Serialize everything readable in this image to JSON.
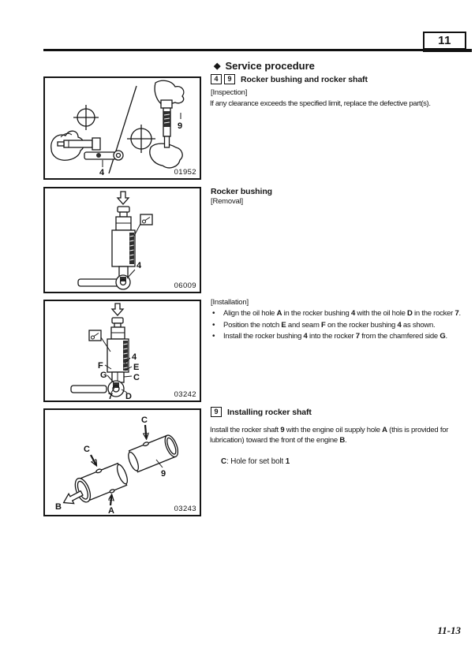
{
  "page": {
    "chapter": "11",
    "page_number": "11-13"
  },
  "service": {
    "bullet": "◆",
    "title": "Service procedure",
    "subsection": {
      "refs": [
        "4",
        "9"
      ],
      "title": "Rocker bushing and rocker shaft"
    },
    "inspection_label": "[Inspection]",
    "inspection_text": "If any clearance exceeds the specified limit, replace the defective part(s)."
  },
  "rocker_bushing": {
    "title": "Rocker bushing",
    "removal_label": "[Removal]",
    "installation_label": "[Installation]",
    "bullet_char": "•",
    "bullets": [
      [
        {
          "t": "Align the oil hole "
        },
        {
          "t": "A",
          "b": 1
        },
        {
          "t": " in the rocker bushing "
        },
        {
          "t": "4",
          "b": 1
        },
        {
          "t": " with the oil hole "
        },
        {
          "t": "D",
          "b": 1
        },
        {
          "t": " in the rocker "
        },
        {
          "t": "7",
          "b": 1
        },
        {
          "t": "."
        }
      ],
      [
        {
          "t": "Position the notch "
        },
        {
          "t": "E",
          "b": 1
        },
        {
          "t": " and seam "
        },
        {
          "t": "F",
          "b": 1
        },
        {
          "t": " on the rocker bushing "
        },
        {
          "t": "4",
          "b": 1
        },
        {
          "t": " as shown."
        }
      ],
      [
        {
          "t": "Install the rocker bushing "
        },
        {
          "t": "4",
          "b": 1
        },
        {
          "t": " into the rocker "
        },
        {
          "t": "7",
          "b": 1
        },
        {
          "t": " from the chamfered side "
        },
        {
          "t": "G",
          "b": 1
        },
        {
          "t": "."
        }
      ]
    ]
  },
  "rocker_shaft": {
    "ref": "9",
    "title": "Installing rocker shaft",
    "body": [
      {
        "t": "Install the rocker shaft "
      },
      {
        "t": "9",
        "b": 1
      },
      {
        "t": " with the engine oil supply hole "
      },
      {
        "t": "A",
        "b": 1
      },
      {
        "t": " (this is provided for lubrication) toward the front of the engine "
      },
      {
        "t": "B",
        "b": 1
      },
      {
        "t": "."
      }
    ],
    "note": [
      {
        "t": "C",
        "b": 1
      },
      {
        "t": ": Hole for set bolt "
      },
      {
        "t": "1",
        "b": 1
      }
    ]
  },
  "figures": [
    {
      "code": "01952",
      "labels": {
        "part4": "4",
        "part9": "9"
      }
    },
    {
      "code": "06009",
      "labels": {
        "part4": "4"
      }
    },
    {
      "code": "03242",
      "labels": {
        "part4": "4",
        "f": "F",
        "e": "E",
        "c": "C",
        "g": "G",
        "part7": "7",
        "d": "D"
      }
    },
    {
      "code": "03243",
      "labels": {
        "c_front": "C",
        "c_rear": "C",
        "part9": "9",
        "a": "A",
        "b": "B"
      }
    }
  ]
}
